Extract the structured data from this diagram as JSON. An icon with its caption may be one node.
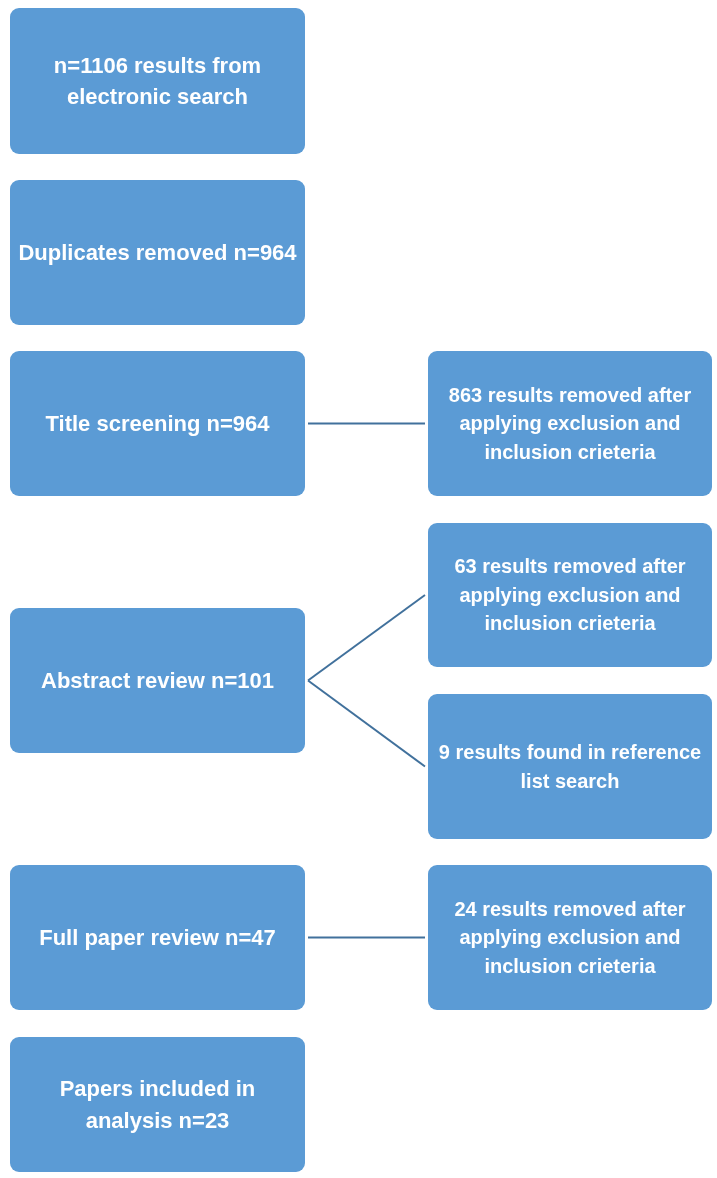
{
  "diagram": {
    "nodes": [
      {
        "text": [
          "n=1106 results from electronic search"
        ]
      },
      {
        "text": [
          "Duplicates removed n=964"
        ]
      },
      {
        "text": [
          "Title screening n=964"
        ]
      },
      {
        "text": [
          "863 results removed after applying exclusion and inclusion crieteria"
        ]
      },
      {
        "text": [
          "63 results removed after applying exclusion and inclusion crieteria"
        ]
      },
      {
        "text": [
          "Abstract review n=101"
        ]
      },
      {
        "text": [
          "9 results found in reference list search"
        ]
      },
      {
        "text": [
          "Full paper review n=47"
        ]
      },
      {
        "text": [
          "24 results removed after applying exclusion and inclusion crieteria"
        ]
      },
      {
        "text": [
          "Papers included in analysis n=23"
        ]
      }
    ],
    "edges": [
      {
        "from": 2,
        "to": 3,
        "arrow": "none"
      },
      {
        "from": 5,
        "to": 4,
        "arrow": "none"
      },
      {
        "from": 5,
        "to": 6,
        "arrow": "none"
      },
      {
        "from": 7,
        "to": 8,
        "arrow": "none"
      }
    ]
  }
}
